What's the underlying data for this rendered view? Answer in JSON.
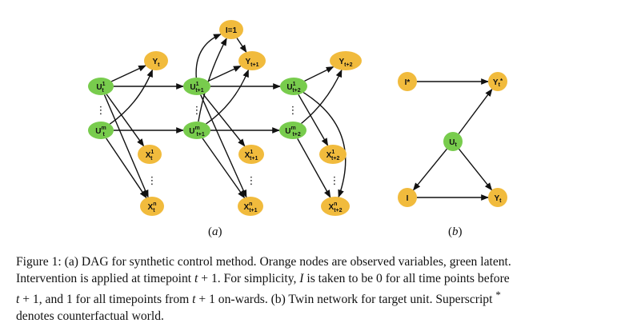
{
  "colors": {
    "observed": "#f1bb3d",
    "latent": "#78cc4d",
    "edge": "#111111"
  },
  "panel_a": {
    "label": "a",
    "nodes": [
      {
        "id": "U1t",
        "type": "latent",
        "base": "U",
        "sup": "1",
        "sub": "t"
      },
      {
        "id": "Umt",
        "type": "latent",
        "base": "U",
        "sup": "m",
        "sub": "t"
      },
      {
        "id": "Yt",
        "type": "observed",
        "base": "Y",
        "sup": "",
        "sub": "t"
      },
      {
        "id": "X1t",
        "type": "observed",
        "base": "X",
        "sup": "1",
        "sub": "t"
      },
      {
        "id": "Xnt",
        "type": "observed",
        "base": "X",
        "sup": "n",
        "sub": "t"
      },
      {
        "id": "U1t1",
        "type": "latent",
        "base": "U",
        "sup": "1",
        "sub": "t+1"
      },
      {
        "id": "Umt1",
        "type": "latent",
        "base": "U",
        "sup": "m",
        "sub": "t+1"
      },
      {
        "id": "I1",
        "type": "observed",
        "base": "I=1",
        "sup": "",
        "sub": ""
      },
      {
        "id": "Yt1",
        "type": "observed",
        "base": "Y",
        "sup": "",
        "sub": "t+1"
      },
      {
        "id": "X1t1",
        "type": "observed",
        "base": "X",
        "sup": "1",
        "sub": "t+1"
      },
      {
        "id": "Xnt1",
        "type": "observed",
        "base": "X",
        "sup": "n",
        "sub": "t+1"
      },
      {
        "id": "U1t2",
        "type": "latent",
        "base": "U",
        "sup": "1",
        "sub": "t+2"
      },
      {
        "id": "Umt2",
        "type": "latent",
        "base": "U",
        "sup": "m",
        "sub": "t+2"
      },
      {
        "id": "Yt2",
        "type": "observed",
        "base": "Y",
        "sup": "",
        "sub": "t+2"
      },
      {
        "id": "X1t2",
        "type": "observed",
        "base": "X",
        "sup": "1",
        "sub": "t+2"
      },
      {
        "id": "Xnt2",
        "type": "observed",
        "base": "X",
        "sup": "n",
        "sub": "t+2"
      }
    ],
    "edges": [
      [
        "U1t",
        "Yt"
      ],
      [
        "U1t",
        "U1t1"
      ],
      [
        "U1t",
        "X1t"
      ],
      [
        "U1t",
        "Xnt"
      ],
      [
        "Umt",
        "Yt"
      ],
      [
        "Umt",
        "Umt1"
      ],
      [
        "Umt",
        "Xnt"
      ],
      [
        "U1t1",
        "I1"
      ],
      [
        "U1t1",
        "Yt1"
      ],
      [
        "U1t1",
        "U1t2"
      ],
      [
        "U1t1",
        "X1t1"
      ],
      [
        "U1t1",
        "Xnt1"
      ],
      [
        "Umt1",
        "I1"
      ],
      [
        "Umt1",
        "Yt1"
      ],
      [
        "Umt1",
        "Umt2"
      ],
      [
        "Umt1",
        "Xnt1"
      ],
      [
        "I1",
        "Yt1"
      ],
      [
        "U1t2",
        "Yt2"
      ],
      [
        "U1t2",
        "X1t2"
      ],
      [
        "U1t2",
        "Xnt2"
      ],
      [
        "Umt2",
        "Yt2"
      ],
      [
        "Umt2",
        "Xnt2"
      ]
    ],
    "ellipsis": "⋮"
  },
  "panel_b": {
    "label": "b",
    "nodes": [
      {
        "id": "Istar",
        "type": "observed",
        "text": "I*"
      },
      {
        "id": "Ytstar",
        "type": "observed",
        "text": "Yt*"
      },
      {
        "id": "Ut",
        "type": "latent",
        "text": "Ut"
      },
      {
        "id": "I",
        "type": "observed",
        "text": "I"
      },
      {
        "id": "Yt",
        "type": "observed",
        "text": "Yt"
      }
    ],
    "edges": [
      [
        "Istar",
        "Ytstar"
      ],
      [
        "Ut",
        "Ytstar"
      ],
      [
        "Ut",
        "I"
      ],
      [
        "Ut",
        "Yt"
      ],
      [
        "I",
        "Yt"
      ]
    ]
  },
  "caption": {
    "line1": "Figure 1: (a) DAG for synthetic control method. Orange nodes are observed variables, green latent.",
    "line2a": "Intervention is applied at timepoint ",
    "line2m": "t",
    "line2b": " + 1. For simplicity, ",
    "line2I": "I",
    "line2c": " is taken to be 0 for all time points before",
    "line3m1": "t",
    "line3a": " + 1, and 1 for all timepoints from ",
    "line3m2": "t",
    "line3b": " + 1 on-wards. (b) Twin network for target unit. Superscript ",
    "line3star": "*",
    "line4": "denotes counterfactual world."
  }
}
